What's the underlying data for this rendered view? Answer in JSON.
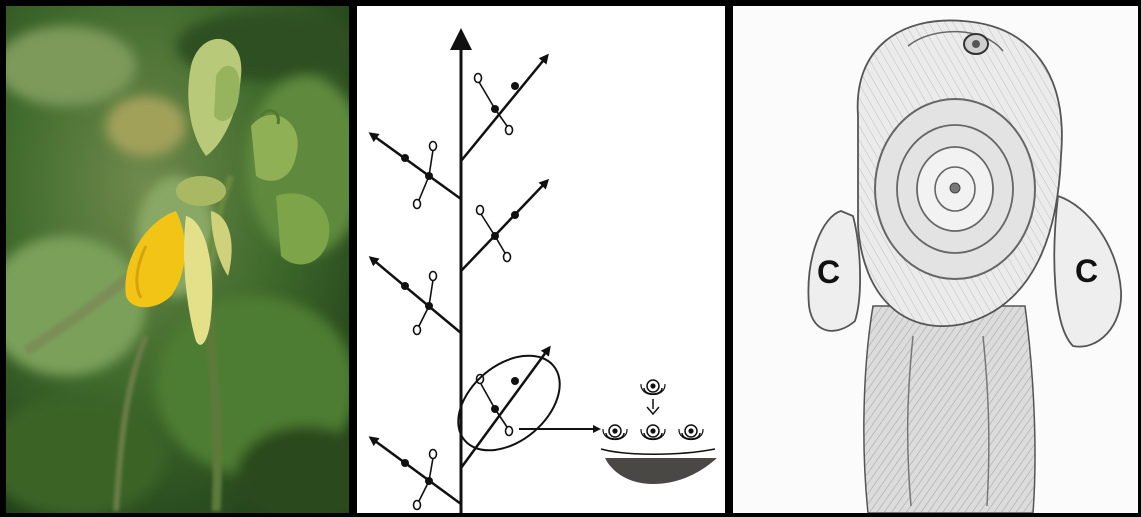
{
  "panels": [
    {
      "id": "photo",
      "subject": "flower-photo"
    },
    {
      "id": "diagram",
      "subject": "inflorescence-diagram"
    },
    {
      "id": "drawing",
      "subject": "floral-node-drawing"
    }
  ],
  "drawing": {
    "left_label": "C",
    "right_label": "C"
  }
}
